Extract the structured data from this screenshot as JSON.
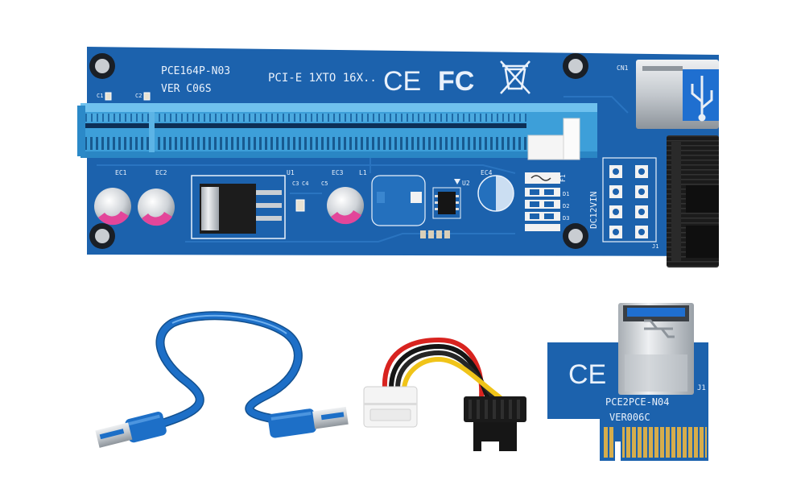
{
  "riser_board": {
    "model": "PCE164P-N03",
    "version": "VER C06S",
    "description": "PCI-E 1XTO 16X..",
    "ce_mark": "CE",
    "fcc_mark": "FC",
    "labels": {
      "cn1": "CN1",
      "c1": "C1",
      "c2": "C2",
      "ec1": "EC1",
      "ec2": "EC2",
      "u1": "U1",
      "c3": "C3",
      "c4": "C4",
      "c5": "C5",
      "ec3": "EC3",
      "l1": "L1",
      "u2": "U2",
      "ec4": "EC4",
      "f1": "F1",
      "d1": "D1",
      "d2": "D2",
      "d3": "D3",
      "dc_in": "DC12VIN",
      "j1": "J1"
    }
  },
  "adapter_board": {
    "model": "PCE2PCE-N04",
    "version": "VER006C",
    "ce_mark": "CE",
    "j1": "J1"
  },
  "colors": {
    "pcb": "#1c62ad",
    "pcb_dark": "#15528f",
    "slot": "#3d9fd9",
    "silkscreen": "#e9f1fb",
    "gold": "#d6ad4c",
    "cable": "#1d6fc7"
  }
}
